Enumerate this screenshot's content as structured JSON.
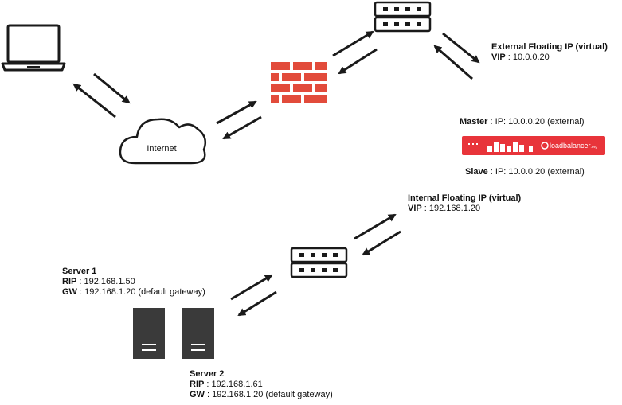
{
  "cloud": {
    "label": "Internet"
  },
  "external_vip": {
    "title": "External Floating IP (virtual)",
    "key": "VIP",
    "value": " : 10.0.0.20"
  },
  "master": {
    "key": "Master",
    "value": " : IP: 10.0.0.20 (external)"
  },
  "slave": {
    "key": "Slave",
    "value": " : IP: 10.0.0.20 (external)"
  },
  "appliance": {
    "brand": "loadbalancer",
    "brand_suffix": ".org"
  },
  "internal_vip": {
    "title": "Internal Floating IP (virtual)",
    "key": "VIP",
    "value": " : 192.168.1.20"
  },
  "server1": {
    "title": "Server 1",
    "rip_key": "RIP",
    "rip_value": " : 192.168.1.50",
    "gw_key": "GW",
    "gw_value": " : 192.168.1.20 (default gateway)"
  },
  "server2": {
    "title": "Server 2",
    "rip_key": "RIP",
    "rip_value": " : 192.168.1.61",
    "gw_key": "GW",
    "gw_value": " : 192.168.1.20 (default gateway)"
  },
  "colors": {
    "stroke": "#1a1a1a",
    "firewall": "#e24b3b",
    "appliance": "#e8343a",
    "server": "#3a3a3a"
  }
}
